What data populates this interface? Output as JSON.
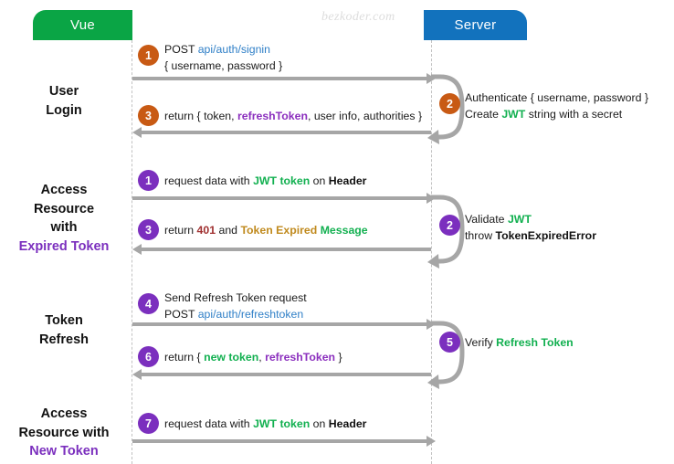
{
  "watermark": "bezkoder.com",
  "actors": {
    "client": {
      "label": "Vue",
      "color": "#0aa545"
    },
    "server": {
      "label": "Server",
      "color": "#1272bd"
    }
  },
  "colors": {
    "orange_badge": "#c85a14",
    "purple_badge": "#7b2fbe",
    "arrow_gray": "#a6a6a6",
    "lifeline_gray": "#c2c2c2",
    "url_blue": "#2f7fc7",
    "green": "#12b050",
    "purple": "#8b2fbe",
    "red": "#a03030",
    "gold": "#c08a1e"
  },
  "phases": [
    {
      "name": "user-login",
      "label_lines": [
        "User",
        "Login"
      ],
      "highlight_line": null,
      "badge_color": "orange"
    },
    {
      "name": "access-resource-expired-token",
      "label_lines": [
        "Access",
        "Resource",
        "with"
      ],
      "highlight_line": "Expired Token",
      "badge_color": "purple"
    },
    {
      "name": "token-refresh",
      "label_lines": [
        "Token",
        "Refresh"
      ],
      "highlight_line": null,
      "badge_color": "purple"
    },
    {
      "name": "access-resource-new-token",
      "label_lines": [
        "Access",
        "Resource with"
      ],
      "highlight_line": "New Token",
      "badge_color": "purple"
    }
  ],
  "steps": {
    "s1": {
      "number": "1",
      "line1_a": "POST ",
      "line1_url": "api/auth/signin",
      "line2": "{ username, password }"
    },
    "s2": {
      "number": "2",
      "line1": "Authenticate { username, password }",
      "line2_a": "Create ",
      "line2_green": "JWT",
      "line2_b": " string with a secret"
    },
    "s3": {
      "number": "3",
      "text_a": "return { token, ",
      "text_purple": "refreshToken",
      "text_b": ", user info, authorities }"
    },
    "s4": {
      "number": "1",
      "text_a": "request data with ",
      "text_green": "JWT token",
      "text_b": " on ",
      "text_bold": "Header"
    },
    "s5": {
      "number": "2",
      "line1_a": "Validate ",
      "line1_green": "JWT",
      "line2_a": "throw ",
      "line2_bold": "TokenExpiredError"
    },
    "s6": {
      "number": "3",
      "text_a": "return ",
      "text_red": "401",
      "text_b": " and ",
      "text_gold": "Token Expired",
      "text_green": "Message"
    },
    "s7": {
      "number": "4",
      "line1": "Send Refresh Token request",
      "line2_a": "POST ",
      "line2_url": "api/auth/refreshtoken"
    },
    "s8": {
      "number": "5",
      "text_a": "Verify ",
      "text_green": "Refresh Token"
    },
    "s9": {
      "number": "6",
      "text_a": "return { ",
      "text_green": "new token",
      "text_b": ", ",
      "text_purple": "refreshToken",
      "text_c": " }"
    },
    "s10": {
      "number": "7",
      "text_a": "request data with ",
      "text_green": "JWT token",
      "text_b": " on ",
      "text_bold": "Header"
    }
  }
}
